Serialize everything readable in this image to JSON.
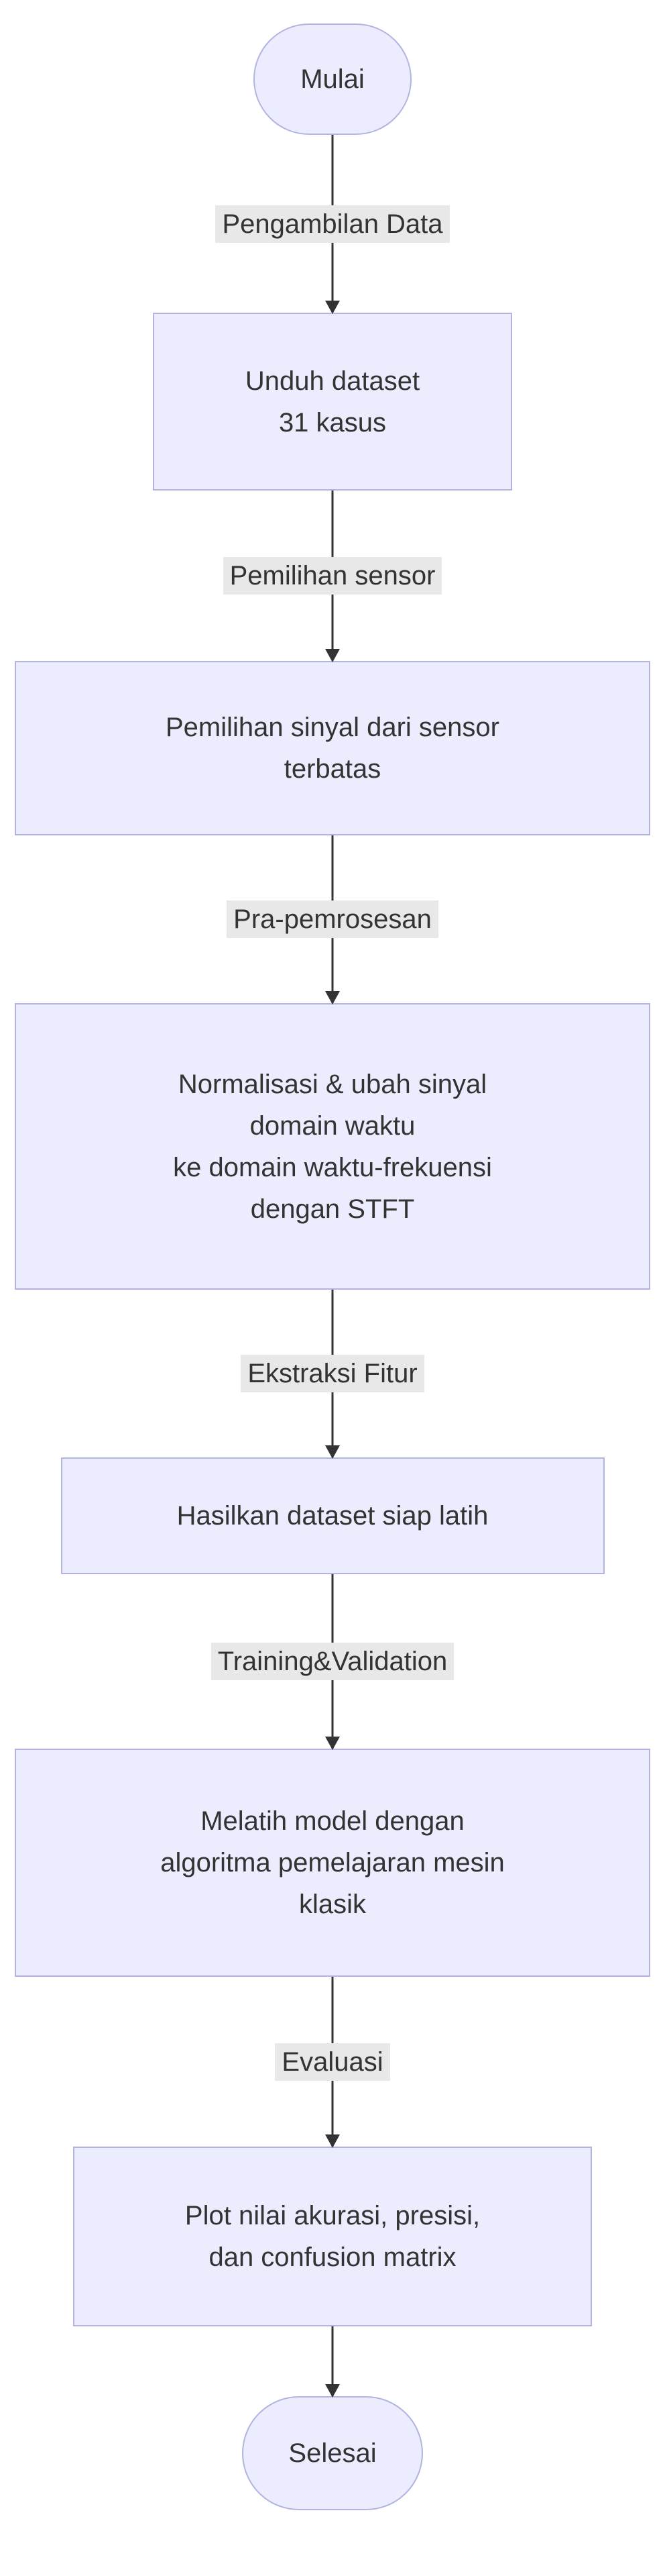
{
  "diagram": {
    "type": "flowchart",
    "direction": "top-down",
    "nodes": [
      {
        "id": "start",
        "shape": "stadium",
        "label": "Mulai"
      },
      {
        "id": "unduh",
        "shape": "rect",
        "label": "Unduh dataset\n31 kasus"
      },
      {
        "id": "pemilihan",
        "shape": "rect",
        "label": "Pemilihan sinyal dari sensor\nterbatas"
      },
      {
        "id": "normalisasi",
        "shape": "rect",
        "label": "Normalisasi & ubah sinyal\ndomain waktu\nke domain waktu-frekuensi\ndengan STFT"
      },
      {
        "id": "hasilkan",
        "shape": "rect",
        "label": "Hasilkan dataset siap latih"
      },
      {
        "id": "melatih",
        "shape": "rect",
        "label": "Melatih model dengan\nalgoritma pemelajaran mesin\nklasik"
      },
      {
        "id": "plot",
        "shape": "rect",
        "label": "Plot nilai akurasi, presisi,\ndan confusion matrix"
      },
      {
        "id": "end",
        "shape": "stadium",
        "label": "Selesai"
      }
    ],
    "edges": [
      {
        "from": "start",
        "to": "unduh",
        "label": "Pengambilan Data"
      },
      {
        "from": "unduh",
        "to": "pemilihan",
        "label": "Pemilihan sensor"
      },
      {
        "from": "pemilihan",
        "to": "normalisasi",
        "label": "Pra-pemrosesan"
      },
      {
        "from": "normalisasi",
        "to": "hasilkan",
        "label": "Ekstraksi Fitur"
      },
      {
        "from": "hasilkan",
        "to": "melatih",
        "label": "Training&Validation"
      },
      {
        "from": "melatih",
        "to": "plot",
        "label": "Evaluasi"
      },
      {
        "from": "plot",
        "to": "end",
        "label": ""
      }
    ]
  },
  "colors": {
    "node-fill": "#ECECFF",
    "node-stroke": "#b3b3e0",
    "edge-label-bg": "#e8e8e8",
    "line": "#333333",
    "text": "#333333",
    "bg": "#ffffff"
  }
}
